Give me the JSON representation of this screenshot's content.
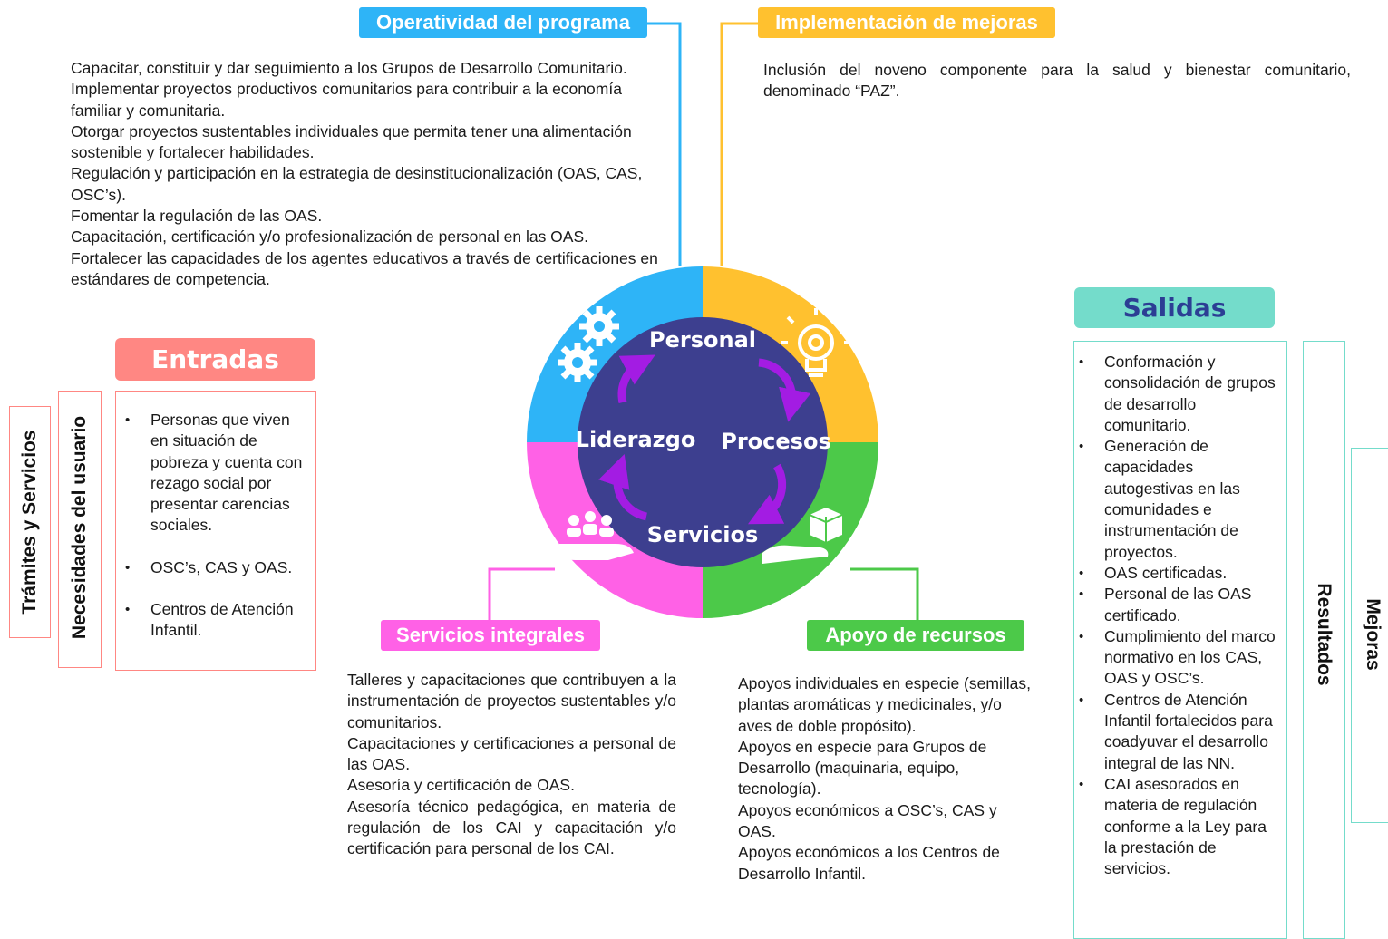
{
  "colors": {
    "blue": "#2EB4F7",
    "yellow": "#FFC12F",
    "green": "#4CC949",
    "pink": "#FF61E6",
    "core": "#3D3F8F",
    "arrow": "#A31CE3",
    "entradas": "#FF8783",
    "salidas": "#74DCCB"
  },
  "operatividad": {
    "title": "Operatividad del  programa",
    "items": [
      "Capacitar, constituir y dar seguimiento a los Grupos de Desarrollo Comunitario.",
      "Implementar proyectos productivos comunitarios para contribuir a la economía familiar y comunitaria.",
      "Otorgar proyectos sustentables individuales que permita tener una alimentación sostenible y fortalecer habilidades.",
      "Regulación y participación en la estrategia de desinstitucionalización (OAS, CAS, OSC’s).",
      "Fomentar la regulación de las OAS.",
      "Capacitación, certificación y/o profesionalización de personal en las OAS.",
      "Fortalecer las capacidades de los agentes educativos a través de certificaciones en estándares de competencia."
    ]
  },
  "mejoras_impl": {
    "title": "Implementación de mejoras",
    "text": "Inclusión del noveno componente para la salud y bienestar comunitario, denominado “PAZ”."
  },
  "servicios_integrales": {
    "title": "Servicios integrales",
    "items": [
      "Talleres y capacitaciones que contribuyen a la instrumentación de proyectos sustentables y/o comunitarios.",
      "Capacitaciones y certificaciones a personal de las OAS.",
      "Asesoría y certificación de OAS.",
      "Asesoría técnico pedagógica, en materia de regulación de los CAI y capacitación y/o certificación para personal de los CAI."
    ]
  },
  "apoyo_recursos": {
    "title": "Apoyo de recursos",
    "items": [
      "Apoyos individuales en especie (semillas, plantas aromáticas y medicinales, y/o aves de doble propósito).",
      "Apoyos en especie para Grupos de Desarrollo (maquinaria, equipo, tecnología).",
      "Apoyos económicos a OSC’s, CAS y OAS.",
      "Apoyos económicos a los Centros de Desarrollo Infantil."
    ]
  },
  "entradas": {
    "title": "Entradas",
    "side_outer": "Trámites y Servicios",
    "side_inner": "Necesidades del usuario",
    "items": [
      "Personas que viven en situación de pobreza y cuenta con rezago social por presentar carencias sociales.",
      "OSC’s, CAS y OAS.",
      "Centros de Atención Infantil."
    ]
  },
  "salidas": {
    "title": "Salidas",
    "side_resultados": "Resultados",
    "side_mejoras": "Mejoras",
    "items": [
      "Conformación y consolidación de grupos de desarrollo comunitario.",
      "Generación de capacidades autogestivas en las comunidades e instrumentación de proyectos.",
      "OAS certificadas.",
      "Personal de las OAS certificado.",
      "Cumplimiento del marco normativo en los CAS, OAS y OSC’s.",
      "Centros de Atención Infantil fortalecidos para coadyuvar el desarrollo integral de las NN.",
      "CAI asesorados en materia de regulación conforme a la Ley para la prestación de servicios."
    ]
  },
  "cycle": {
    "top": "Personal",
    "right": "Procesos",
    "bottom": "Servicios",
    "left": "Liderazgo"
  }
}
